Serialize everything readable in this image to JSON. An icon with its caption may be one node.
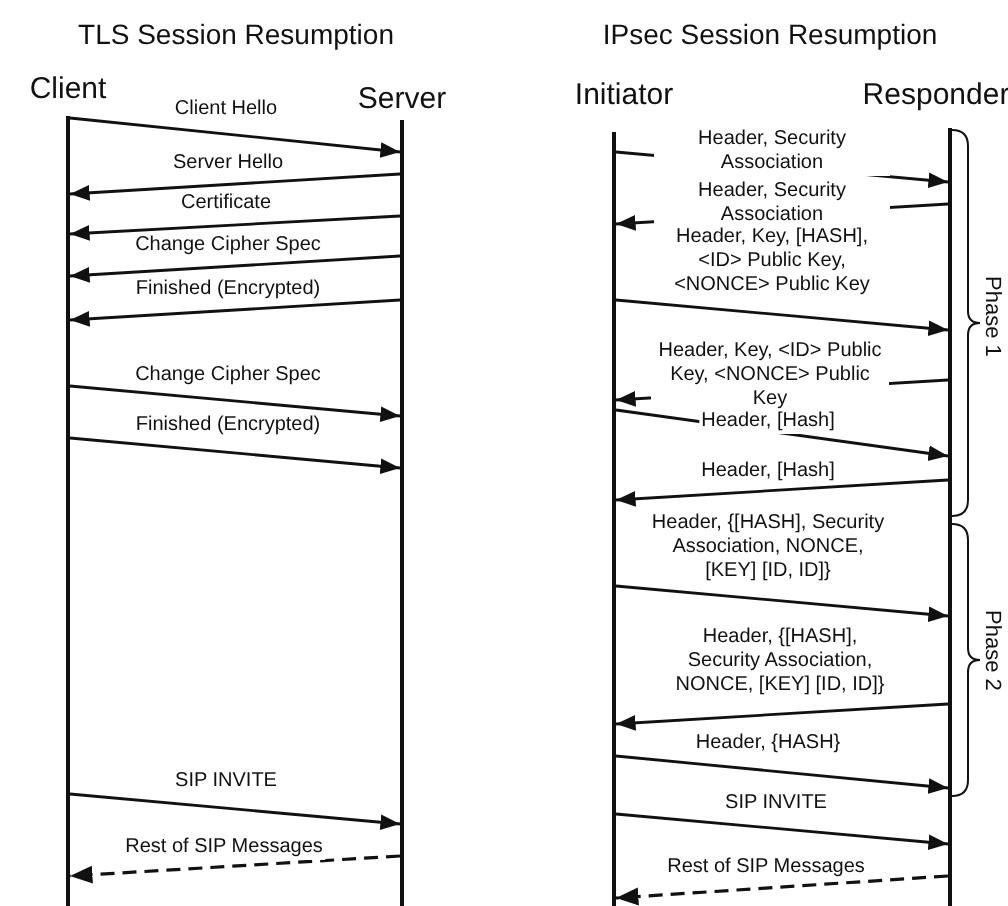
{
  "diagram": {
    "nodes": [
      {
        "text": [
          "Client"
        ]
      },
      {
        "text": [
          "Server"
        ]
      },
      {
        "text": [
          "Initiator"
        ]
      },
      {
        "text": [
          "Responder"
        ]
      }
    ],
    "edges": [
      {
        "from": 0,
        "to": 1,
        "arrow": "to",
        "label": "Client Hello"
      },
      {
        "from": 1,
        "to": 0,
        "arrow": "to",
        "label": "Server Hello"
      },
      {
        "from": 1,
        "to": 0,
        "arrow": "to",
        "label": "Certificate"
      },
      {
        "from": 1,
        "to": 0,
        "arrow": "to",
        "label": "Change Cipher Spec"
      },
      {
        "from": 1,
        "to": 0,
        "arrow": "to",
        "label": "Finished (Encrypted)"
      },
      {
        "from": 0,
        "to": 1,
        "arrow": "to",
        "label": "Change Cipher Spec"
      },
      {
        "from": 0,
        "to": 1,
        "arrow": "to",
        "label": "Finished (Encrypted)"
      },
      {
        "from": 0,
        "to": 1,
        "arrow": "to",
        "label": "SIP INVITE"
      },
      {
        "from": 1,
        "to": 0,
        "arrow": "to",
        "label": "Rest of SIP Messages",
        "style": "dashed"
      },
      {
        "from": 2,
        "to": 3,
        "arrow": "to",
        "label": "Header, Security Association"
      },
      {
        "from": 3,
        "to": 2,
        "arrow": "to",
        "label": "Header, Security Association"
      },
      {
        "from": 2,
        "to": 3,
        "arrow": "to",
        "label": "Header, Key, [HASH], <ID> Public Key, <NONCE> Public Key"
      },
      {
        "from": 3,
        "to": 2,
        "arrow": "to",
        "label": "Header, Key, <ID> Public Key, <NONCE> Public Key"
      },
      {
        "from": 2,
        "to": 3,
        "arrow": "to",
        "label": "Header, [Hash]"
      },
      {
        "from": 3,
        "to": 2,
        "arrow": "to",
        "label": "Header, [Hash]"
      },
      {
        "from": 2,
        "to": 3,
        "arrow": "to",
        "label": "Header, {[HASH], Security Association, NONCE, [KEY] [ID, ID]}"
      },
      {
        "from": 3,
        "to": 2,
        "arrow": "to",
        "label": "Header, {[HASH], Security Association, NONCE, [KEY] [ID, ID]}"
      },
      {
        "from": 2,
        "to": 3,
        "arrow": "to",
        "label": "Header, {HASH}"
      },
      {
        "from": 2,
        "to": 3,
        "arrow": "to",
        "label": "SIP INVITE"
      },
      {
        "from": 3,
        "to": 2,
        "arrow": "to",
        "label": "Rest of SIP Messages",
        "style": "dashed"
      }
    ],
    "labels": [
      "TLS Session Resumption",
      "IPsec Session Resumption",
      "Phase 1",
      "Phase 2"
    ]
  }
}
